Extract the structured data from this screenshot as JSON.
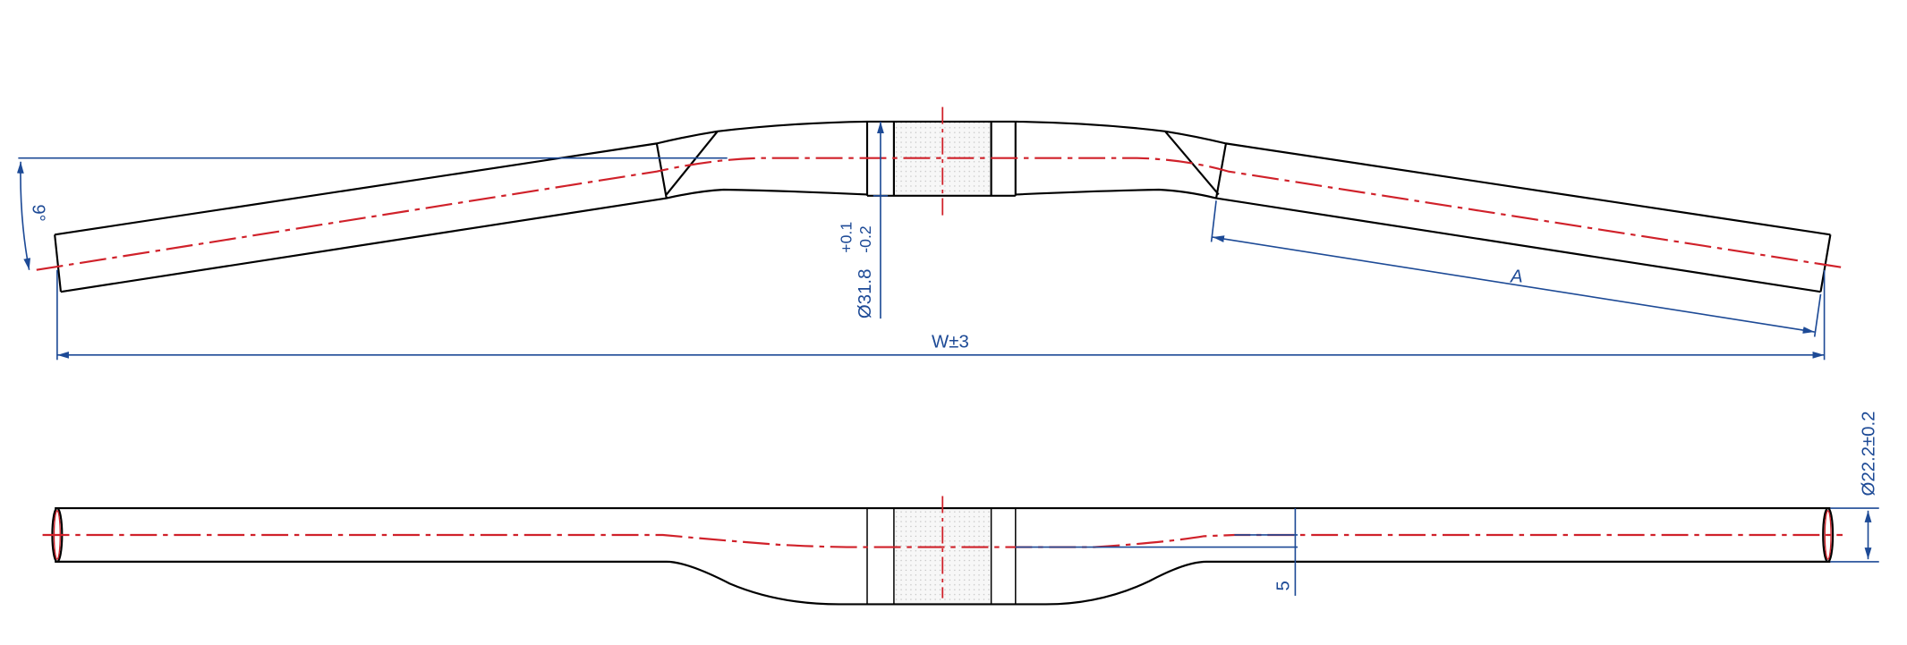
{
  "title": "Handlebar technical drawing",
  "top_view": {
    "angle_label": "9°",
    "clamp_diameter_label": "Ø31.8",
    "clamp_tolerance_upper": "+0.1",
    "clamp_tolerance_lower": "-0.2",
    "width_label": "W±3",
    "length_label": "A"
  },
  "front_view": {
    "rise_label": "5",
    "grip_diameter_label": "Ø22.2±0.2"
  },
  "colors": {
    "outline": "#000000",
    "centerline": "#d0212a",
    "dimension": "#1d4a96"
  }
}
